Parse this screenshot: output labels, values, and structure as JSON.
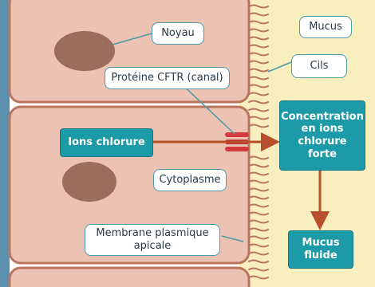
{
  "labels": {
    "noyau": "Noyau",
    "mucus": "Mucus",
    "cils": "Cils",
    "cftr": "Protéine CFTR (canal)",
    "ions_chlorure": "Ions chlorure",
    "concentration": "Concentration\nen ions\nchlorure\nforte",
    "cytoplasme": "Cytoplasme",
    "membrane": "Membrane plasmique\napicale",
    "mucus_fluide": "Mucus\nfluide"
  },
  "colors": {
    "cell": "#ecc3b2",
    "membrane": "#b9765f",
    "mucus": "#f8eebe",
    "nucleus": "#9a6e5a",
    "blue_edge": "#5b8fae",
    "teal": "#1d9aa8",
    "arrow": "#b8512b",
    "channel": "#d13a3f"
  }
}
